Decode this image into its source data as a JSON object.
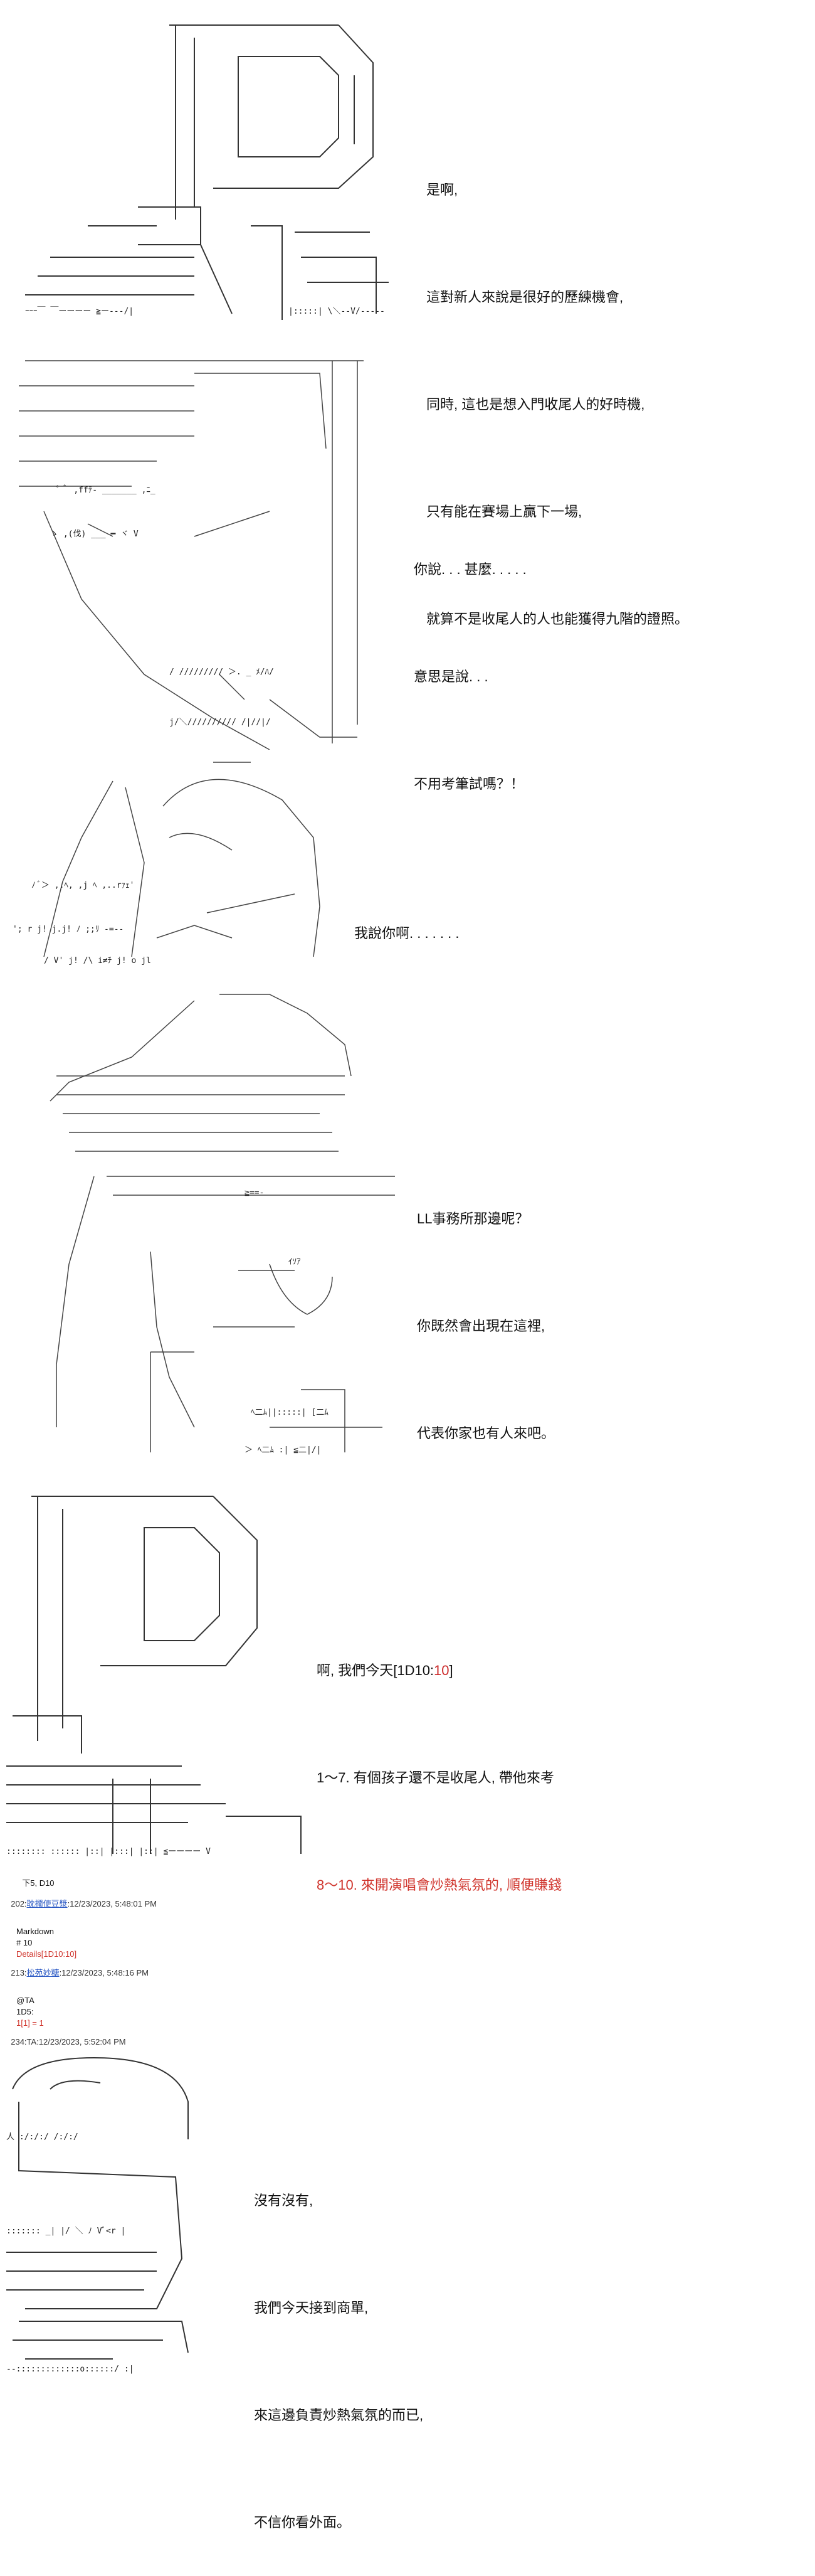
{
  "panel1": {
    "lines": [
      "是啊,",
      "這對新人來說是很好的歷練機會,",
      "同時, 這也是想入門收尾人的好時機,",
      "只有能在賽場上贏下一場,",
      "就算不是收尾人的人也能獲得九階的證照。"
    ]
  },
  "panel2": {
    "lines": [
      "你說. . . 甚麼. . . . .",
      "意思是說. . .",
      "不用考筆試嗎？！"
    ]
  },
  "panel3": {
    "lines": [
      "我說你啊. . . . . . ."
    ]
  },
  "panel4": {
    "lines": [
      "LL事務所那邊呢？",
      "你既然會出現在這裡,",
      "代表你家也有人來吧。"
    ]
  },
  "panel5": {
    "line1_prefix": "啊, 我們今天[1D10:",
    "line1_value": "10",
    "line1_suffix": "]",
    "line2": "1～7. 有個孩子還不是收尾人, 帶他來考",
    "line3": "8～10. 來開演唱會炒熱氣氛的, 順便賺錢"
  },
  "log": {
    "note": "下5, D10",
    "entries": [
      {
        "num": "202:",
        "name": "耽擱使豆漿",
        "time": ":12/23/2023, 5:48:01 PM",
        "body": [
          "Markdown",
          "# 10",
          "Details[1D10:10]"
        ]
      },
      {
        "num": "213:",
        "name": "松苑妙糖",
        "time": ":12/23/2023, 5:48:16 PM",
        "body": [
          "@TA",
          "1D5:",
          "1[1] = 1"
        ]
      },
      {
        "num": "234:",
        "name": "",
        "time": "TA:12/23/2023, 5:52:04 PM",
        "body": []
      }
    ]
  },
  "panel6": {
    "lines": [
      "沒有沒有,",
      "我們今天接到商單,",
      "來這邊負責炒熱氣氛的而已,",
      "不信你看外面。"
    ]
  },
  "colors": {
    "text": "#111111",
    "accent_red": "#cc2a2a",
    "link": "#2a58c4"
  }
}
